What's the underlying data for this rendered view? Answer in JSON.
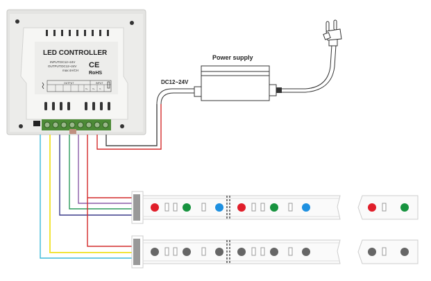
{
  "controller": {
    "title": "LED CONTROLLER",
    "spec_lines": [
      "INPUT:DC12~24V",
      "OUTPUT:DC12~24V",
      "max:4A/CH"
    ],
    "ce_mark": "CE",
    "rohs_mark": "RoHS",
    "terminal_group_output": "OUTPUT",
    "terminal_group_input": "INPUT",
    "terminal_labels": [
      "",
      "",
      "",
      "",
      "",
      "V+",
      "V+",
      "V-"
    ],
    "terminal_count": 8
  },
  "power_supply": {
    "label": "Power supply",
    "output_label": "DC12~24V"
  },
  "plug": {
    "icon": "ac-plug-icon"
  },
  "wires": {
    "colors": {
      "red": "#d42a2a",
      "purple": "#8a5ca8",
      "green": "#2a9a5a",
      "navy": "#3a3a8a",
      "yellow": "#f2e43a",
      "cyan": "#3ab8d8",
      "dark": "#444444"
    }
  },
  "strips": [
    {
      "name": "rgb-strip",
      "wire_order": [
        "red",
        "purple",
        "green",
        "navy"
      ],
      "led_pattern": [
        "#e01e2a",
        "#17933f",
        "#1e90e0",
        "#e01e2a",
        "#17933f",
        "#1e90e0"
      ],
      "tail_leds": [
        "#e01e2a",
        "#17933f"
      ]
    },
    {
      "name": "single-color-strip",
      "wire_order": [
        "red",
        "yellow",
        "cyan"
      ],
      "led_pattern": [
        "#666666",
        "#666666",
        "#666666",
        "#666666",
        "#666666",
        "#666666"
      ],
      "tail_leds": [
        "#666666",
        "#666666"
      ]
    }
  ]
}
